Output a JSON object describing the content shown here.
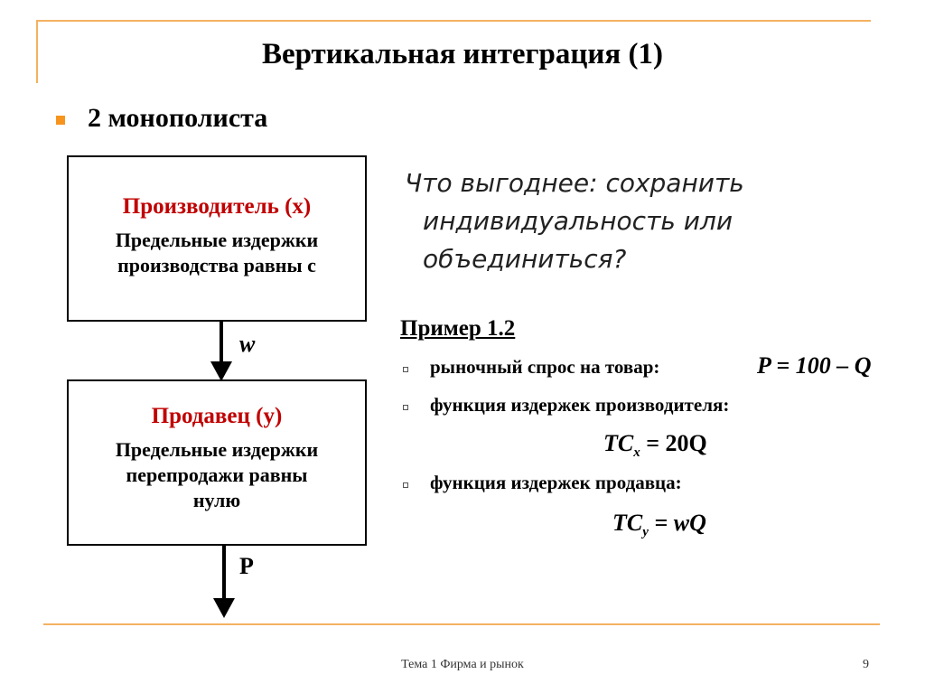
{
  "slide": {
    "title": "Вертикальная интеграция (1)",
    "bullet": "2 монополиста"
  },
  "producer": {
    "title": "Производитель (x)",
    "line1": "Предельные издержки",
    "line2": "производства равны с"
  },
  "seller": {
    "title": "Продавец (y)",
    "line1": "Предельные издержки",
    "line2": "перепродажи равны",
    "line3": "нулю"
  },
  "arrows": {
    "upper_label": "w",
    "lower_label": "P"
  },
  "question": {
    "line1": "Что выгоднее: сохранить",
    "line2": "индивидуальность или",
    "line3": "объединиться?"
  },
  "example": {
    "title": "Пример 1.2",
    "items": [
      {
        "text": "рыночный спрос на товар:",
        "formula": "P = 100 – Q"
      },
      {
        "text": "функция издержек производителя:"
      },
      {
        "text": "функция издержек продавца:"
      }
    ],
    "tc_x": {
      "main": "TC",
      "sub": "x",
      "rhs": "= 20Q"
    },
    "tc_y": {
      "main": "TC",
      "sub": "y",
      "rhs": "= wQ"
    }
  },
  "footer": {
    "text": "Тема 1 Фирма и рынок",
    "page": "9"
  },
  "colors": {
    "accent_rule": "#f4b162",
    "bullet": "#f7941d",
    "box_title": "#c00000"
  }
}
